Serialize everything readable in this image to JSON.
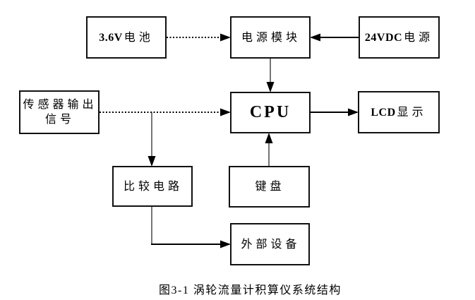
{
  "colors": {
    "background": "#ffffff",
    "line": "#000000",
    "thin_line": "#3a3a3a",
    "text": "#000000",
    "border": "#111111"
  },
  "caption": "图3-1 涡轮流量计积算仪系统结构",
  "nodes": {
    "battery": {
      "prefix": "3.6V",
      "label": "电池"
    },
    "power_module": {
      "prefix": "",
      "label": "电源模块"
    },
    "dc_power": {
      "prefix": "24VDC",
      "label": "电源"
    },
    "sensor_signal": {
      "prefix": "",
      "label": "传感器输出",
      "label2": "信号"
    },
    "cpu": {
      "prefix": "CPU",
      "label": ""
    },
    "lcd_display": {
      "prefix": "LCD",
      "label": "显示"
    },
    "comparator": {
      "prefix": "",
      "label": "比较电路"
    },
    "keyboard": {
      "prefix": "",
      "label": "键盘"
    },
    "external_device": {
      "prefix": "",
      "label": "外部设备"
    }
  },
  "edges": [
    {
      "from": "battery",
      "to": "power_module",
      "style": "dotted",
      "direction": "right"
    },
    {
      "from": "dc_power",
      "to": "power_module",
      "style": "solid",
      "direction": "left"
    },
    {
      "from": "power_module",
      "to": "cpu",
      "style": "solid",
      "direction": "down"
    },
    {
      "from": "sensor_signal",
      "to": "cpu",
      "style": "dotted",
      "direction": "right"
    },
    {
      "from": "cpu",
      "to": "lcd_display",
      "style": "solid",
      "direction": "right"
    },
    {
      "from": "sensor_signal",
      "to": "comparator",
      "style": "solid",
      "direction": "down"
    },
    {
      "from": "keyboard",
      "to": "cpu",
      "style": "solid",
      "direction": "up"
    },
    {
      "from": "comparator",
      "to": "external_device",
      "style": "solid",
      "direction": "right"
    }
  ]
}
